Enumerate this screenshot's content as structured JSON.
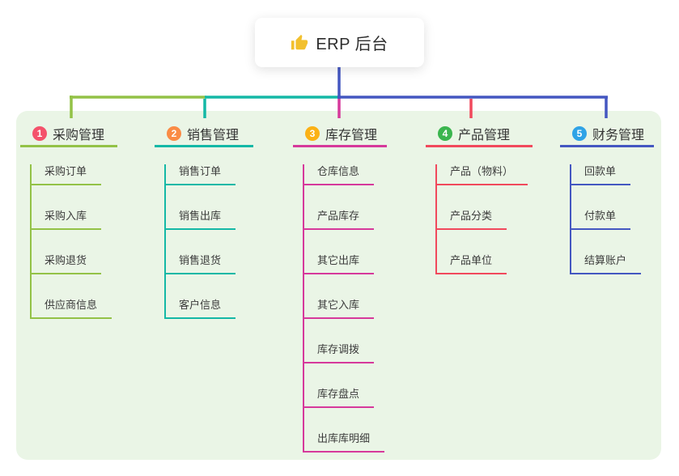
{
  "root": {
    "label": "ERP 后台",
    "icon": "thumbs-up-icon",
    "icon_color": "#f2c02e",
    "stem_color": "#4457c1"
  },
  "panel": {
    "bg": "#eaf5e6"
  },
  "branches": [
    {
      "num": "1",
      "label": "采购管理",
      "line_color": "#93c247",
      "badge_color": "#f4526b",
      "children": [
        "采购订单",
        "采购入库",
        "采购退货",
        "供应商信息"
      ]
    },
    {
      "num": "2",
      "label": "销售管理",
      "line_color": "#14b8a6",
      "badge_color": "#fa8b45",
      "children": [
        "销售订单",
        "销售出库",
        "销售退货",
        "客户信息"
      ]
    },
    {
      "num": "3",
      "label": "库存管理",
      "line_color": "#d6399b",
      "badge_color": "#fbb115",
      "children": [
        "仓库信息",
        "产品库存",
        "其它出库",
        "其它入库",
        "库存调拨",
        "库存盘点",
        "出库库明细"
      ]
    },
    {
      "num": "4",
      "label": "产品管理",
      "line_color": "#f1495c",
      "badge_color": "#3ab54e",
      "children": [
        "产品（物料）",
        "产品分类",
        "产品单位"
      ]
    },
    {
      "num": "5",
      "label": "财务管理",
      "line_color": "#4457c1",
      "badge_color": "#2fa3e6",
      "children": [
        "回款单",
        "付款单",
        "结算账户"
      ]
    }
  ]
}
